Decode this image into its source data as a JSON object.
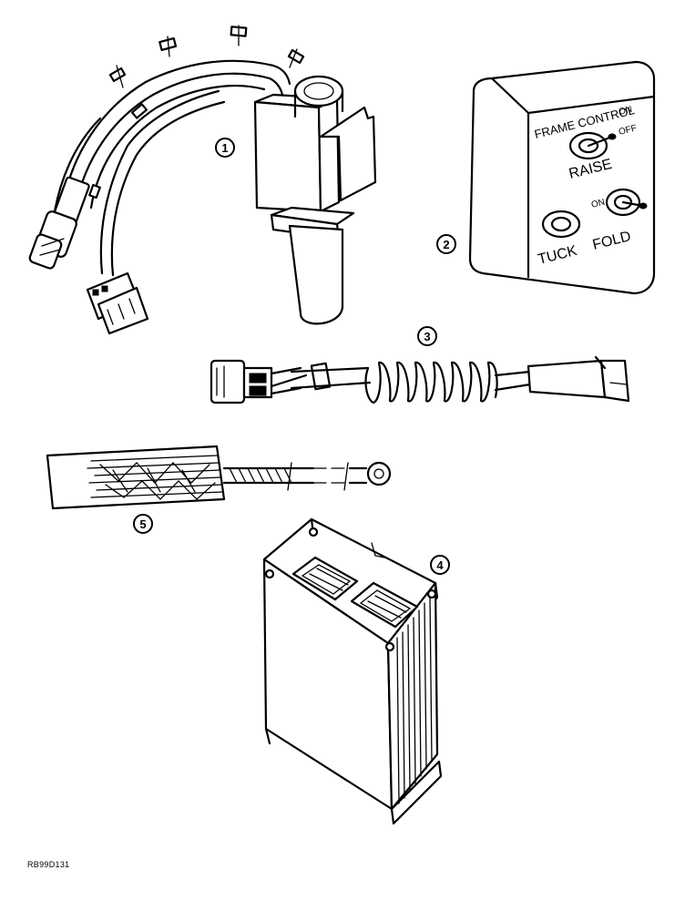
{
  "callouts": {
    "c1": "1",
    "c2": "2",
    "c3": "3",
    "c4": "4",
    "c5": "5"
  },
  "control_panel": {
    "title": "FRAME CONTROL",
    "switch_on_label": "ON",
    "switch_off_label": "OFF",
    "raise_label": "RAISE",
    "tuck_label": "TUCK",
    "on_label_2": "ON",
    "fold_label": "FOLD"
  },
  "reference_code": "RB99D131"
}
